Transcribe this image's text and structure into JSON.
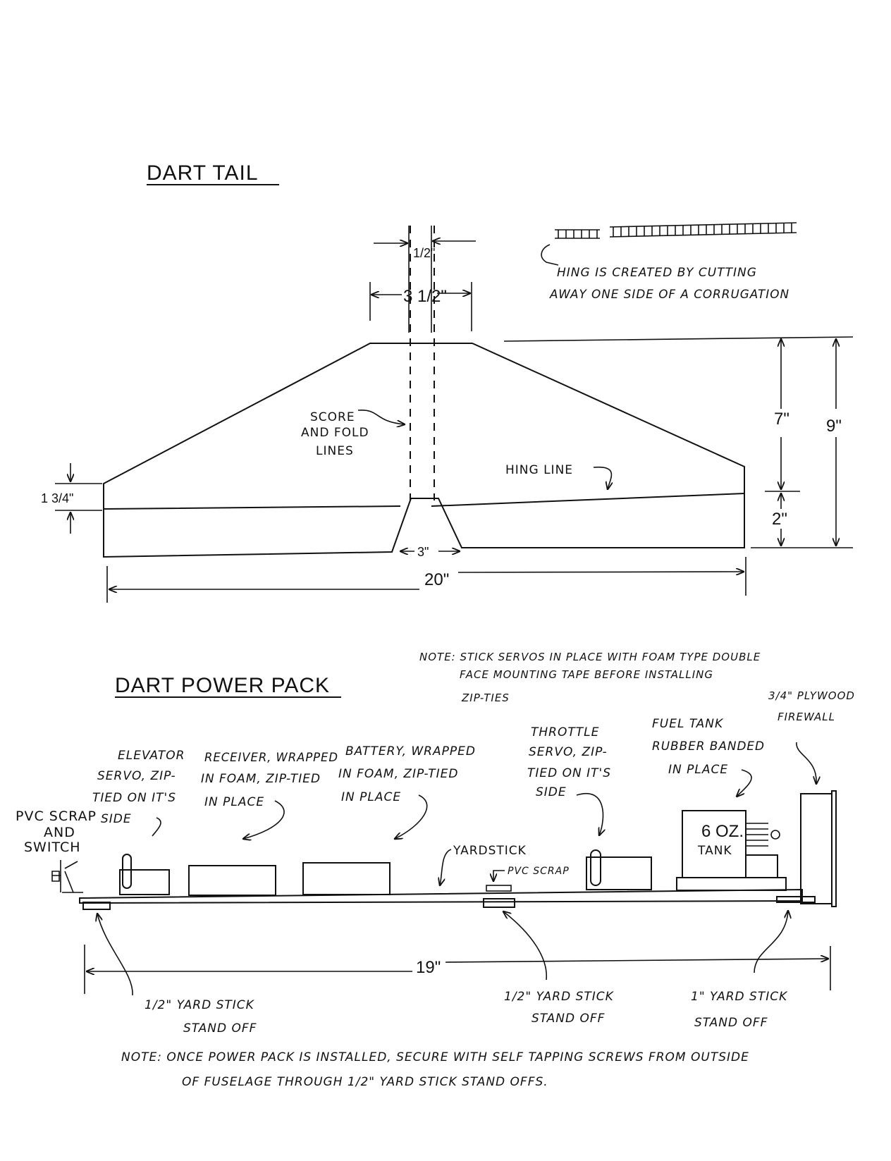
{
  "tail": {
    "title": "DART TAIL",
    "dim_half": "1/2\"",
    "dim_three_half": "3 1/2\"",
    "hinge_note_line1": "HING IS CREATED BY CUTTING",
    "hinge_note_line2": "AWAY ONE SIDE OF A CORRUGATION",
    "score_line1": "SCORE",
    "score_line2": "AND FOLD",
    "score_line3": "LINES",
    "hing_line": "HING LINE",
    "dim_7": "7\"",
    "dim_9": "9\"",
    "dim_2": "2\"",
    "dim_1_34": "1 3/4\"",
    "dim_3": "3\"",
    "dim_20": "20\""
  },
  "power_pack": {
    "title": "DART POWER PACK",
    "note_servos_line1": "NOTE: STICK SERVOS IN PLACE WITH FOAM TYPE DOUBLE",
    "note_servos_line2": "FACE MOUNTING TAPE BEFORE INSTALLING",
    "note_servos_line3": "ZIP-TIES",
    "firewall_line1": "3/4\" PLYWOOD",
    "firewall_line2": "FIREWALL",
    "fuel_line1": "FUEL TANK",
    "fuel_line2": "RUBBER BANDED",
    "fuel_line3": "IN PLACE",
    "throttle_line1": "THROTTLE",
    "throttle_line2": "SERVO, ZIP-",
    "throttle_line3": "TIED ON IT'S",
    "throttle_line4": "SIDE",
    "battery_line1": "BATTERY, WRAPPED",
    "battery_line2": "IN FOAM, ZIP-TIED",
    "battery_line3": "IN PLACE",
    "receiver_line1": "RECEIVER, WRAPPED",
    "receiver_line2": "IN FOAM, ZIP-TIED",
    "receiver_line3": "IN PLACE",
    "elevator_line1": "ELEVATOR",
    "elevator_line2": "SERVO, ZIP-",
    "elevator_line3": "TIED ON IT'S",
    "elevator_line4": "SIDE",
    "pvc_line1": "PVC SCRAP",
    "pvc_line2": "AND",
    "pvc_line3": "SWITCH",
    "yardstick": "YARDSTICK",
    "pvc_scrap": "PVC SCRAP",
    "tank_line1": "6 OZ.",
    "tank_line2": "TANK",
    "dim_19": "19\"",
    "standoff_left_line1": "1/2\" YARD STICK",
    "standoff_left_line2": "STAND OFF",
    "standoff_mid_line1": "1/2\" YARD STICK",
    "standoff_mid_line2": "STAND OFF",
    "standoff_right_line1": "1\" YARD STICK",
    "standoff_right_line2": "STAND OFF",
    "bottom_note_line1": "NOTE: ONCE POWER PACK IS INSTALLED, SECURE WITH SELF TAPPING SCREWS FROM OUTSIDE",
    "bottom_note_line2": "OF FUSELAGE THROUGH 1/2\" YARD STICK STAND OFFS."
  }
}
